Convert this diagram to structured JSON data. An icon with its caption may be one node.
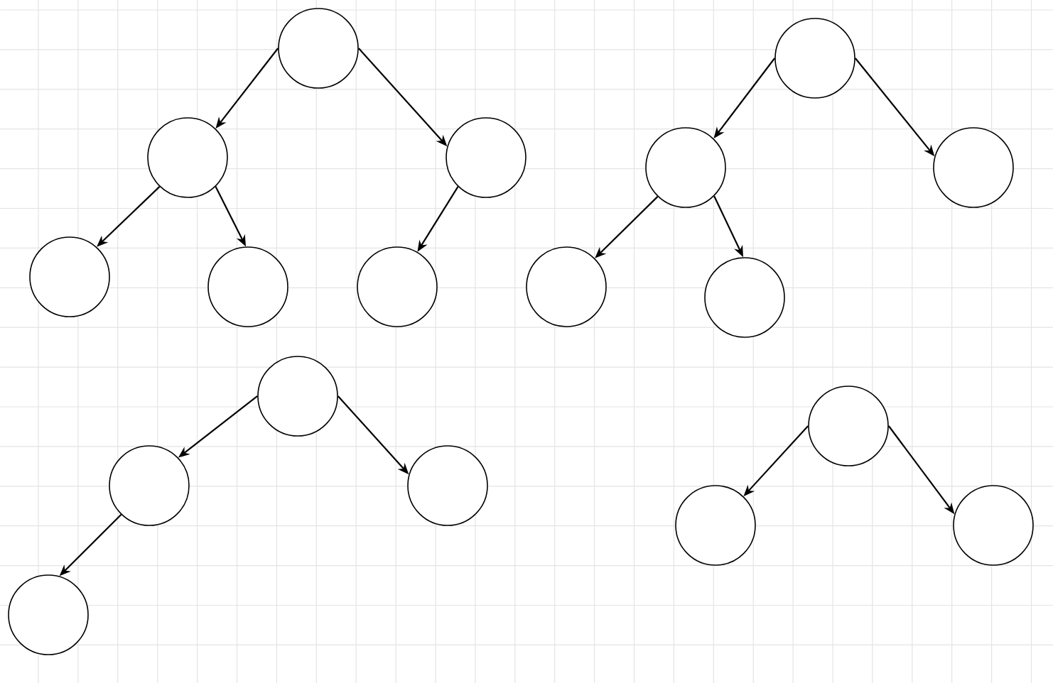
{
  "diagram": {
    "nodes": [
      {
        "text": [],
        "shape": "circle"
      },
      {
        "text": [],
        "shape": "circle"
      },
      {
        "text": [],
        "shape": "circle"
      },
      {
        "text": [],
        "shape": "circle"
      },
      {
        "text": [],
        "shape": "circle"
      },
      {
        "text": [],
        "shape": "circle"
      },
      {
        "text": [],
        "shape": "circle"
      },
      {
        "text": [],
        "shape": "circle"
      },
      {
        "text": [],
        "shape": "circle"
      },
      {
        "text": [],
        "shape": "circle"
      },
      {
        "text": [],
        "shape": "circle"
      },
      {
        "text": [],
        "shape": "circle"
      },
      {
        "text": [],
        "shape": "circle"
      },
      {
        "text": [],
        "shape": "circle"
      },
      {
        "text": [],
        "shape": "circle"
      },
      {
        "text": [],
        "shape": "circle"
      },
      {
        "text": [],
        "shape": "circle"
      },
      {
        "text": [],
        "shape": "circle"
      }
    ],
    "edges": [
      {
        "from": 0,
        "to": 1,
        "arrow": "to"
      },
      {
        "from": 0,
        "to": 2,
        "arrow": "to"
      },
      {
        "from": 1,
        "to": 3,
        "arrow": "to"
      },
      {
        "from": 1,
        "to": 4,
        "arrow": "to"
      },
      {
        "from": 2,
        "to": 5,
        "arrow": "to"
      },
      {
        "from": 6,
        "to": 7,
        "arrow": "to"
      },
      {
        "from": 6,
        "to": 8,
        "arrow": "to"
      },
      {
        "from": 7,
        "to": 9,
        "arrow": "to"
      },
      {
        "from": 7,
        "to": 10,
        "arrow": "to"
      },
      {
        "from": 11,
        "to": 12,
        "arrow": "to"
      },
      {
        "from": 11,
        "to": 13,
        "arrow": "to"
      },
      {
        "from": 12,
        "to": 14,
        "arrow": "to"
      },
      {
        "from": 15,
        "to": 16,
        "arrow": "to"
      },
      {
        "from": 15,
        "to": 17,
        "arrow": "to"
      }
    ]
  }
}
